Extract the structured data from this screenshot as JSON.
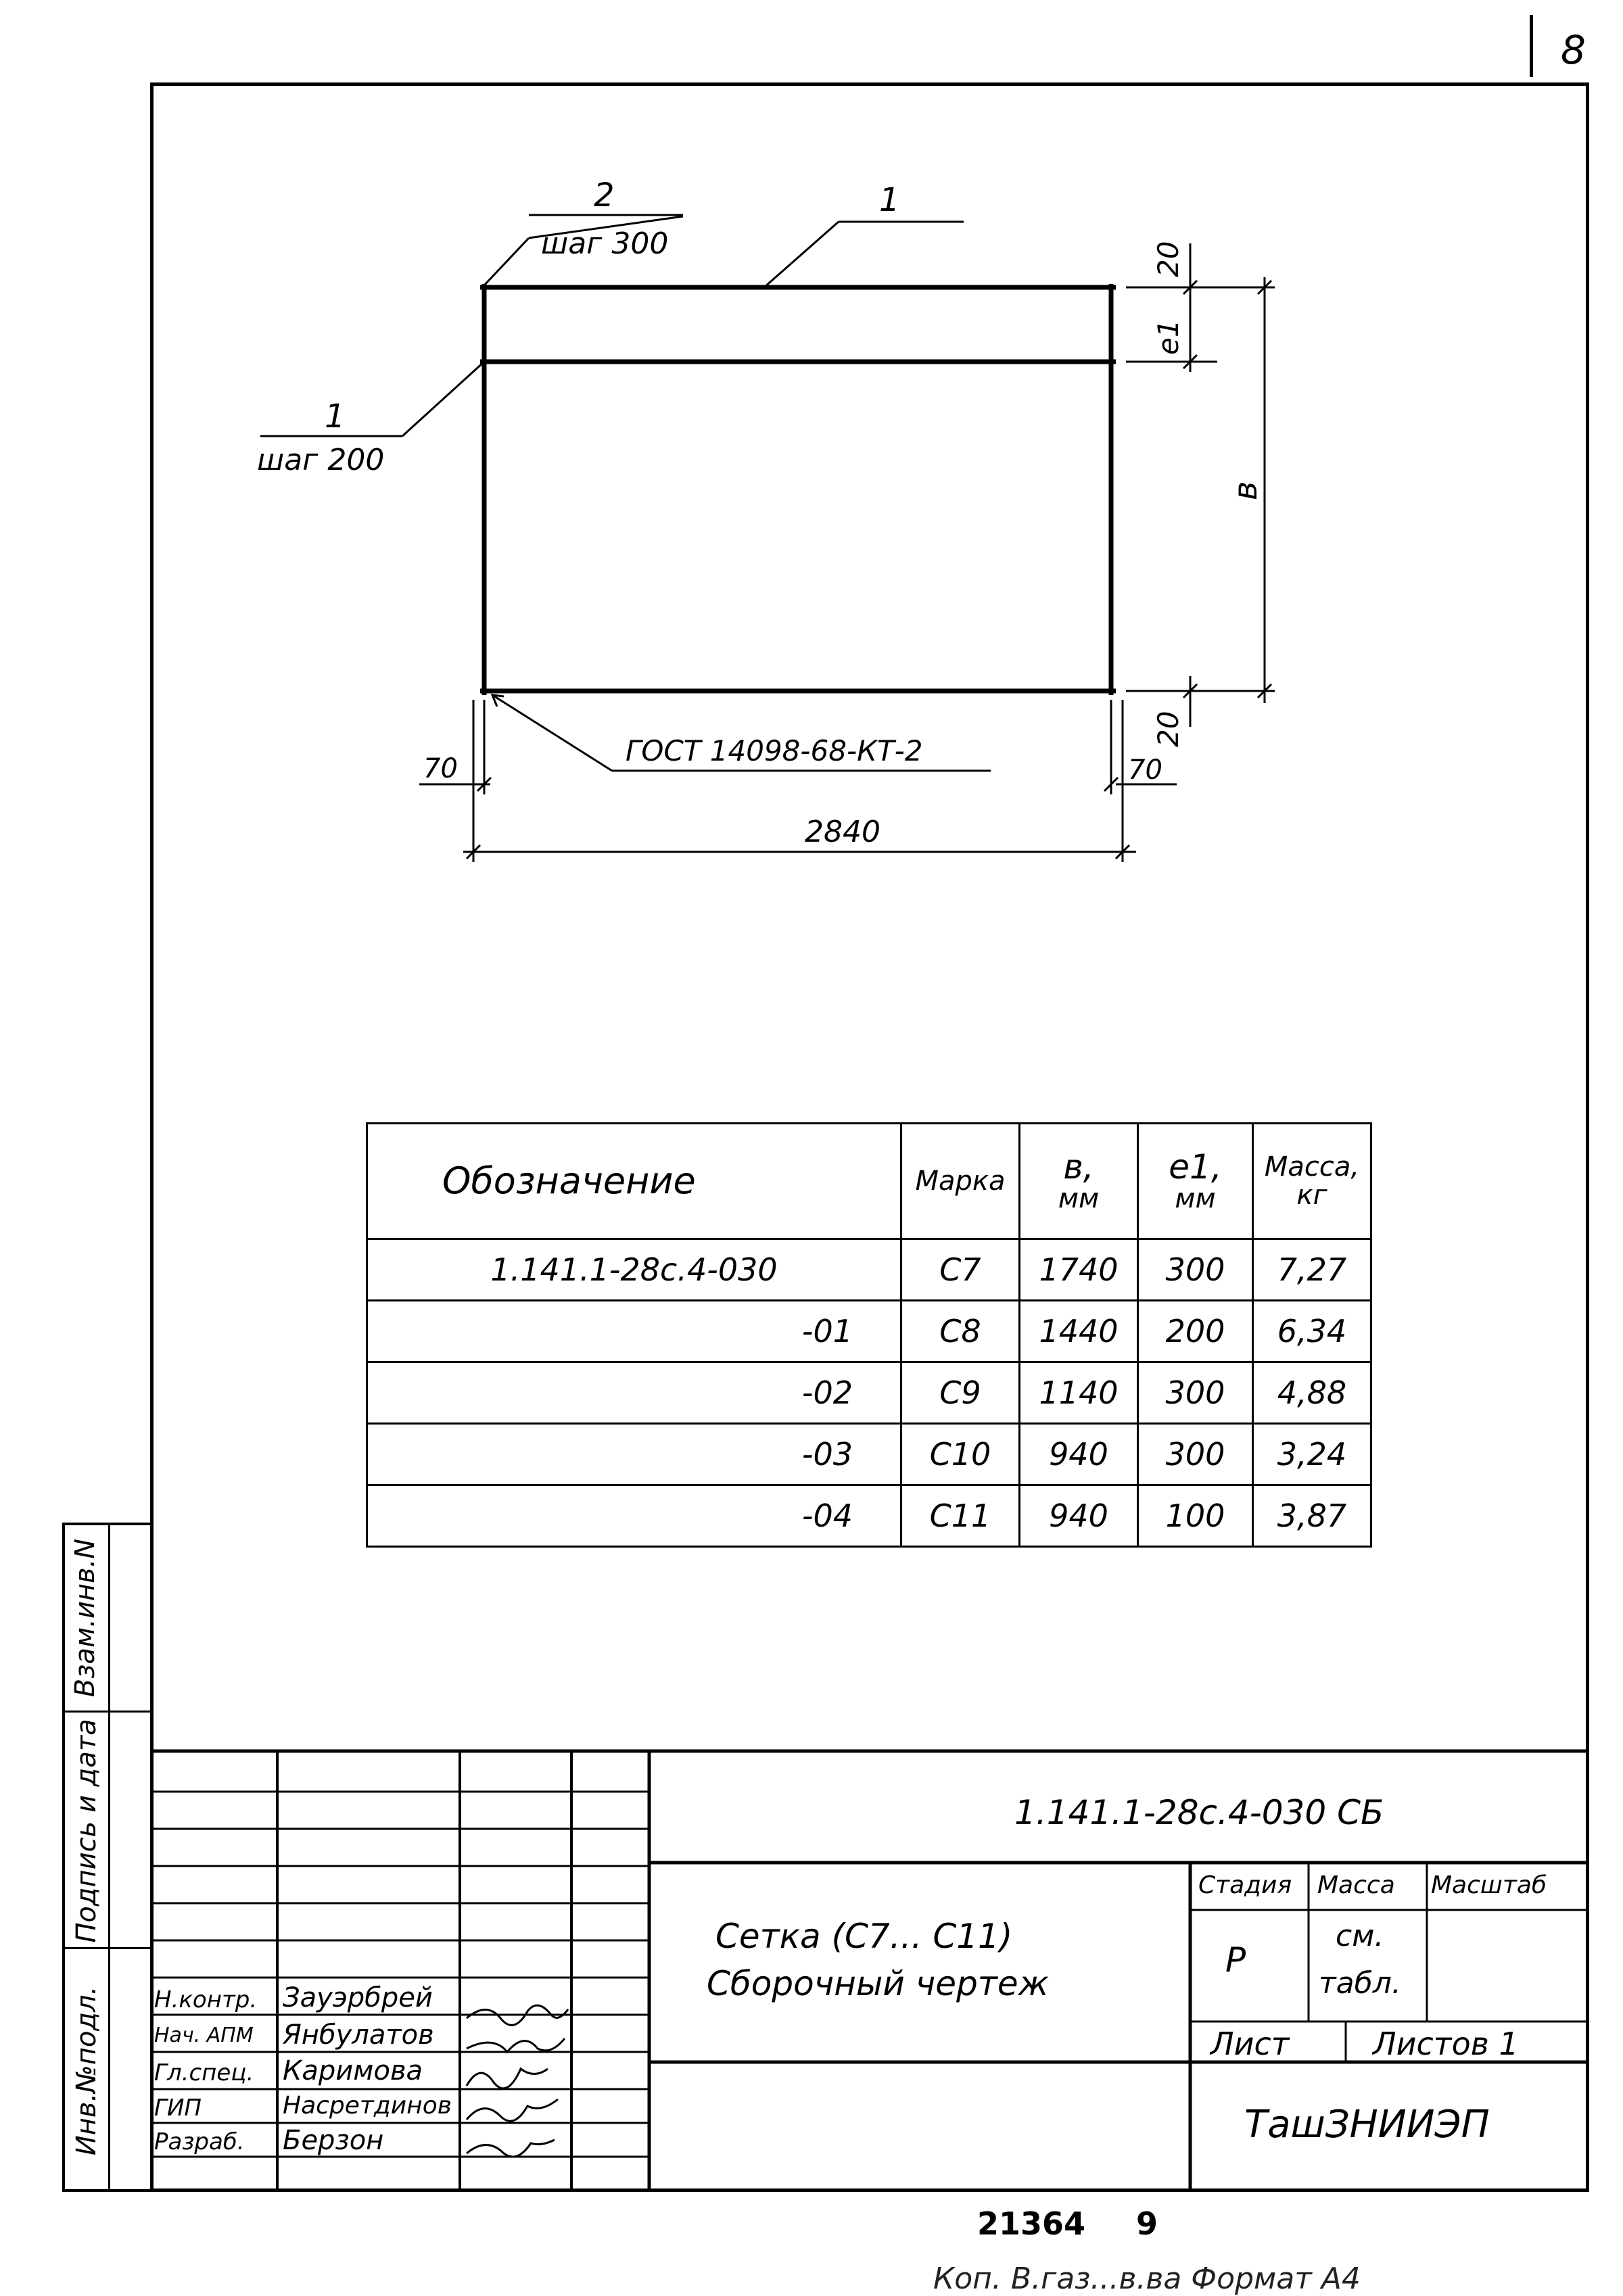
{
  "page_number": "8",
  "drawing": {
    "callout_top_2_number": "2",
    "callout_top_2_text": "шаг 300",
    "callout_top_1_number": "1",
    "callout_left_1_number": "1",
    "callout_left_1_text": "шаг 200",
    "dim_top_gap": "20",
    "dim_e1": "e1",
    "dim_b": "в",
    "dim_bottom_gap": "20",
    "dim_left_70": "70",
    "dim_right_70": "70",
    "dim_length": "2840",
    "weld_note": "ГОСТ 14098-68-КТ-2"
  },
  "table": {
    "headers": {
      "designation": "Обозначение",
      "mark": "Марка",
      "b_top": "в,",
      "b_unit": "мм",
      "e1_top": "e1,",
      "e1_unit": "мм",
      "mass_top": "Масса,",
      "mass_unit": "кг"
    },
    "rows": [
      {
        "designation": "1.141.1-28с.4-030",
        "mark": "С7",
        "b": "1740",
        "e1": "300",
        "mass": "7,27"
      },
      {
        "designation": "-01",
        "mark": "С8",
        "b": "1440",
        "e1": "200",
        "mass": "6,34"
      },
      {
        "designation": "-02",
        "mark": "С9",
        "b": "1140",
        "e1": "300",
        "mass": "4,88"
      },
      {
        "designation": "-03",
        "mark": "С10",
        "b": "940",
        "e1": "300",
        "mass": "3,24"
      },
      {
        "designation": "-04",
        "mark": "С11",
        "b": "940",
        "e1": "100",
        "mass": "3,87"
      }
    ]
  },
  "side_stamp": {
    "inv_orig": "Инв.№подл.",
    "sign_date": "Подпись и дата",
    "replace_inv": "Взам.инв.N"
  },
  "title_block": {
    "doc_code": "1.141.1-28с.4-030 СБ",
    "title_line1": "Сетка (С7... С11)",
    "title_line2": "Сборочный чертеж",
    "stage_label": "Стадия",
    "mass_label": "Масса",
    "scale_label": "Масштаб",
    "stage_value": "Р",
    "mass_value_1": "см.",
    "mass_value_2": "табл.",
    "sheet_label": "Лист",
    "sheets_label": "Листов 1",
    "org": "ТашЗНИИЭП",
    "signers": [
      {
        "role": "Н.контр.",
        "name": "Зауэрбрей"
      },
      {
        "role": "Нач. АПМ",
        "name": "Янбулатов"
      },
      {
        "role": "Гл.спец.",
        "name": "Каримова"
      },
      {
        "role": "ГИП",
        "name": "Насретдинов"
      },
      {
        "role": "Разраб.",
        "name": "Берзон"
      }
    ]
  },
  "footer": {
    "number": "21364",
    "page": "9",
    "copy_format": "Коп. В.газ...в.ва    Формат А4"
  }
}
